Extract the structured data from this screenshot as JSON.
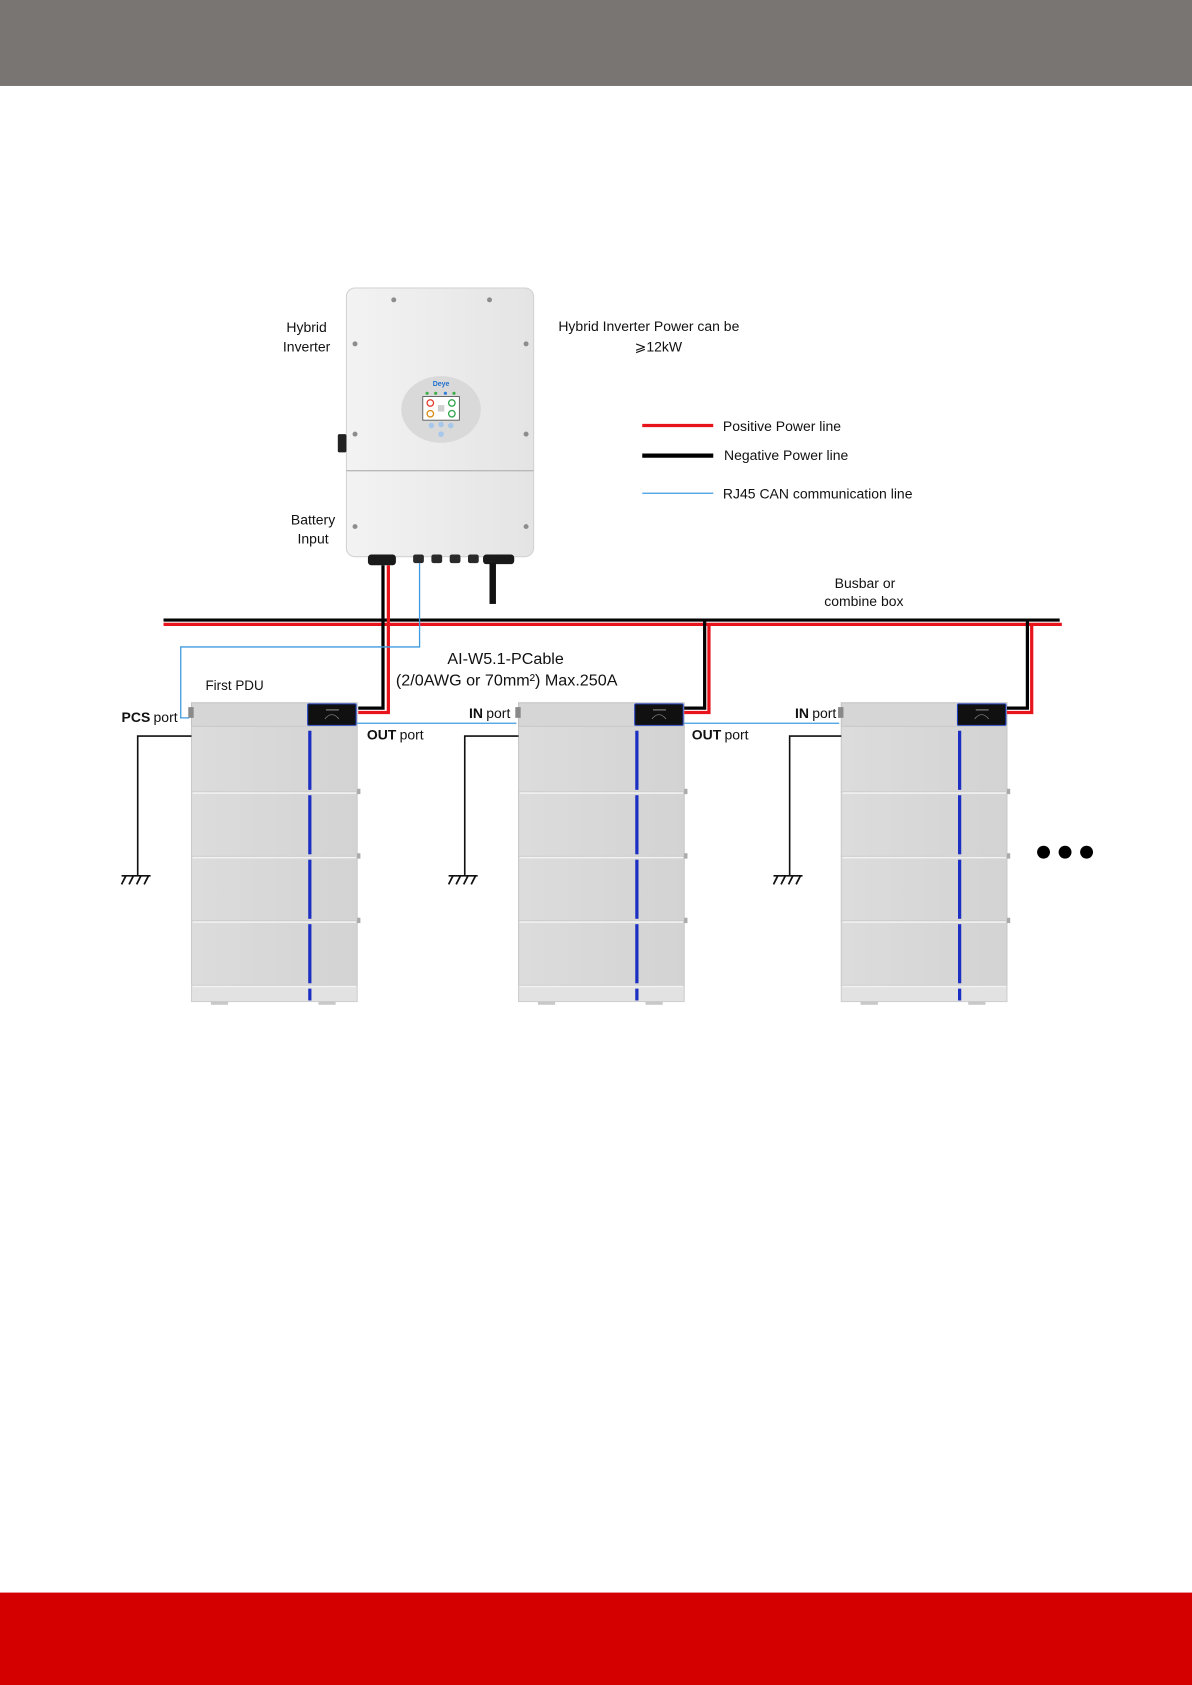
{
  "colors": {
    "header_bar": "#797573",
    "footer_bar": "#d40000",
    "positive_line": "#e8141b",
    "negative_line": "#000000",
    "can_line": "#3f9be0",
    "module_stripe": "#1b2fc2"
  },
  "inverter": {
    "label_line1": "Hybrid",
    "label_line2": "Inverter",
    "brand": "Deye",
    "battery_input_line1": "Battery",
    "battery_input_line2": "Input"
  },
  "power_note": {
    "line1": "Hybrid Inverter Power can be",
    "line2": "⩾12kW"
  },
  "legend": [
    {
      "label": "Positive Power line"
    },
    {
      "label": "Negative Power line"
    },
    {
      "label": "RJ45 CAN communication line"
    }
  ],
  "busbar": {
    "line1": "Busbar or",
    "line2": "combine box"
  },
  "cable": {
    "name": "AI-W5.1-PCable",
    "spec": "(2/0AWG or 70mm²) Max.250A"
  },
  "first_pdu_label": "First PDU",
  "ports": [
    {
      "name": "PCS",
      "suffix": "port"
    },
    {
      "name": "OUT",
      "suffix": "port"
    },
    {
      "name": "IN",
      "suffix": "port"
    },
    {
      "name": "OUT",
      "suffix": "port"
    },
    {
      "name": "IN",
      "suffix": "port"
    }
  ],
  "icons": {
    "ground": "ground-symbol-icon",
    "more": "continuation-dots-icon"
  }
}
